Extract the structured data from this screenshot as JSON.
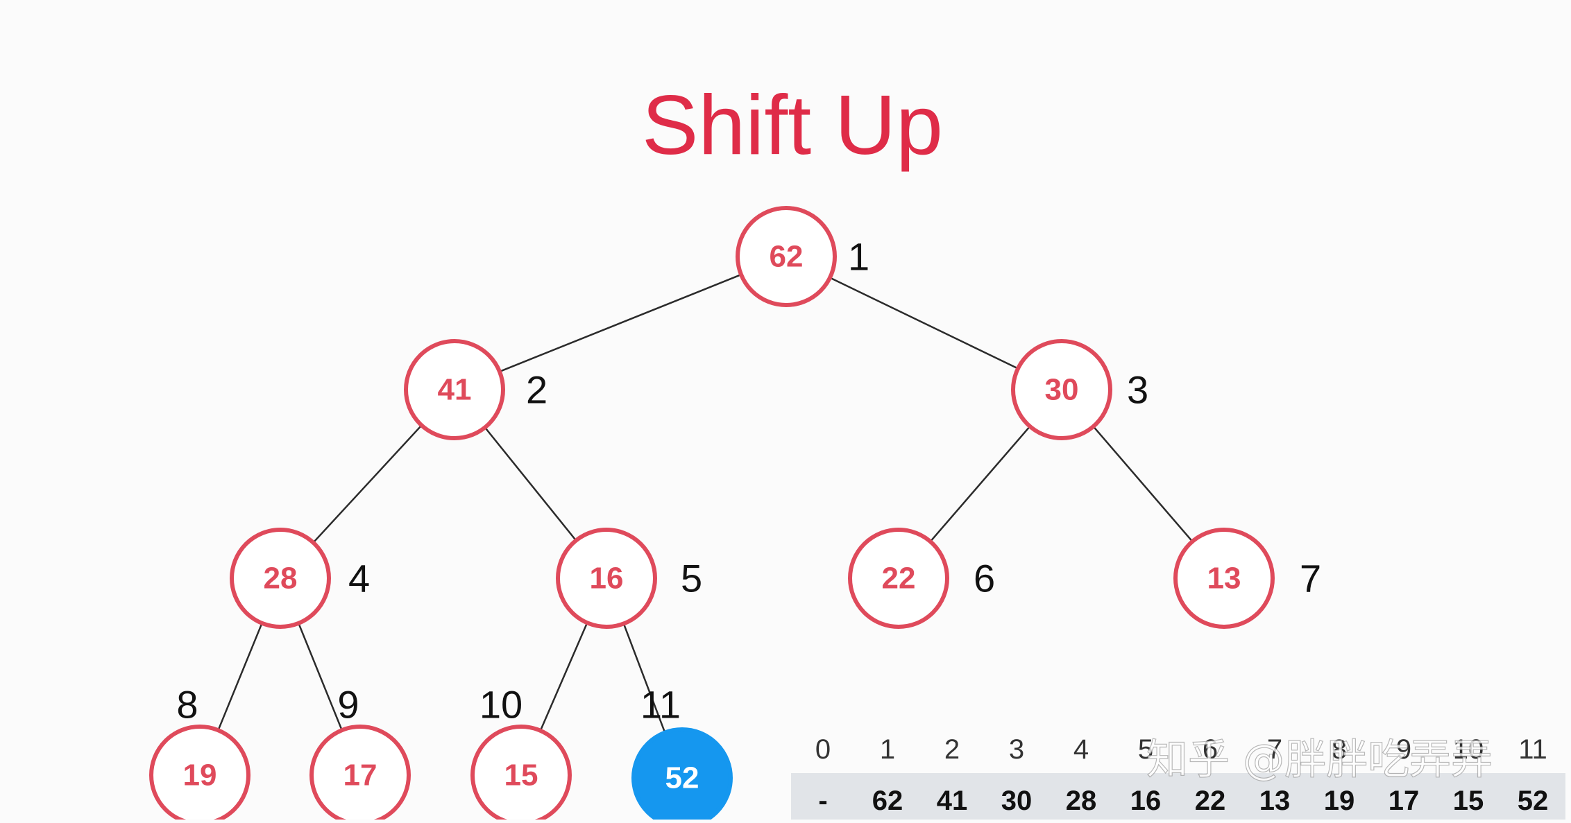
{
  "title": "Shift Up",
  "tree": {
    "nodes": [
      {
        "index": "1",
        "value": "62"
      },
      {
        "index": "2",
        "value": "41"
      },
      {
        "index": "3",
        "value": "30"
      },
      {
        "index": "4",
        "value": "28"
      },
      {
        "index": "5",
        "value": "16"
      },
      {
        "index": "6",
        "value": "22"
      },
      {
        "index": "7",
        "value": "13"
      },
      {
        "index": "8",
        "value": "19"
      },
      {
        "index": "9",
        "value": "17"
      },
      {
        "index": "10",
        "value": "15"
      },
      {
        "index": "11",
        "value": "52",
        "highlighted": true
      }
    ],
    "edges": [
      [
        1,
        2
      ],
      [
        1,
        3
      ],
      [
        2,
        4
      ],
      [
        2,
        5
      ],
      [
        3,
        6
      ],
      [
        3,
        7
      ],
      [
        4,
        8
      ],
      [
        4,
        9
      ],
      [
        5,
        10
      ],
      [
        5,
        11
      ]
    ]
  },
  "array": {
    "indices": [
      "0",
      "1",
      "2",
      "3",
      "4",
      "5",
      "6",
      "7",
      "8",
      "9",
      "10",
      "11"
    ],
    "values": [
      "-",
      "62",
      "41",
      "30",
      "28",
      "16",
      "22",
      "13",
      "19",
      "17",
      "15",
      "52"
    ]
  },
  "watermark": "知乎 @胖胖吃弄弄",
  "colors": {
    "title": "#df2c48",
    "node_border": "#df4a5b",
    "highlight": "#1597ef",
    "array_background": "#e1e4e8"
  }
}
